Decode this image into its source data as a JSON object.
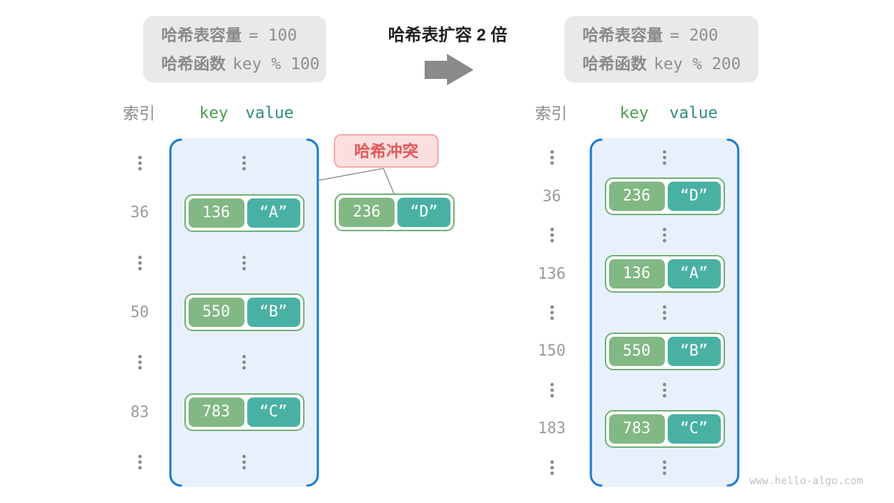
{
  "title": "哈希表扩容 2 倍",
  "boxes": {
    "left": {
      "line1_label": "哈希表容量",
      "line1_value": "= 100",
      "line2_label": "哈希函数",
      "line2_value": "key % 100"
    },
    "right": {
      "line1_label": "哈希表容量",
      "line1_value": "= 200",
      "line2_label": "哈希函数",
      "line2_value": "key % 200"
    }
  },
  "columns": {
    "index": "索引",
    "key": "key",
    "value": "value"
  },
  "left_table": {
    "rows": [
      {
        "type": "dots"
      },
      {
        "type": "pair",
        "index": "36",
        "key": "136",
        "value": "“A”"
      },
      {
        "type": "dots"
      },
      {
        "type": "pair",
        "index": "50",
        "key": "550",
        "value": "“B”"
      },
      {
        "type": "dots"
      },
      {
        "type": "pair",
        "index": "83",
        "key": "783",
        "value": "“C”"
      },
      {
        "type": "dots"
      }
    ]
  },
  "right_table": {
    "rows": [
      {
        "type": "dots"
      },
      {
        "type": "pair",
        "index": "36",
        "key": "236",
        "value": "“D”"
      },
      {
        "type": "dots"
      },
      {
        "type": "pair",
        "index": "136",
        "key": "136",
        "value": "“A”"
      },
      {
        "type": "dots"
      },
      {
        "type": "pair",
        "index": "150",
        "key": "550",
        "value": "“B”"
      },
      {
        "type": "dots"
      },
      {
        "type": "pair",
        "index": "183",
        "key": "783",
        "value": "“C”"
      },
      {
        "type": "dots"
      }
    ]
  },
  "collision": {
    "label": "哈希冲突",
    "pair": {
      "key": "236",
      "value": "“D”"
    }
  },
  "watermark": "www.hello-algo.com",
  "colors": {
    "bucket_bg": "#E8F1FB",
    "bucket_border": "#1A78D2",
    "key_box": "#82B884",
    "value_box": "#49B1A4",
    "pair_border": "#6FAE73",
    "key_header": "#4C9D50",
    "value_header": "#2F8B80",
    "info_bg": "#E9E9E9",
    "info_text": "#8A8A8A",
    "collision_bg": "#FBDFDF",
    "collision_border": "#F3A8A8",
    "collision_text": "#E25757",
    "arrow": "#8A8A8A",
    "index_text": "#9A9A9A",
    "watermark": "#C2C2C2"
  }
}
